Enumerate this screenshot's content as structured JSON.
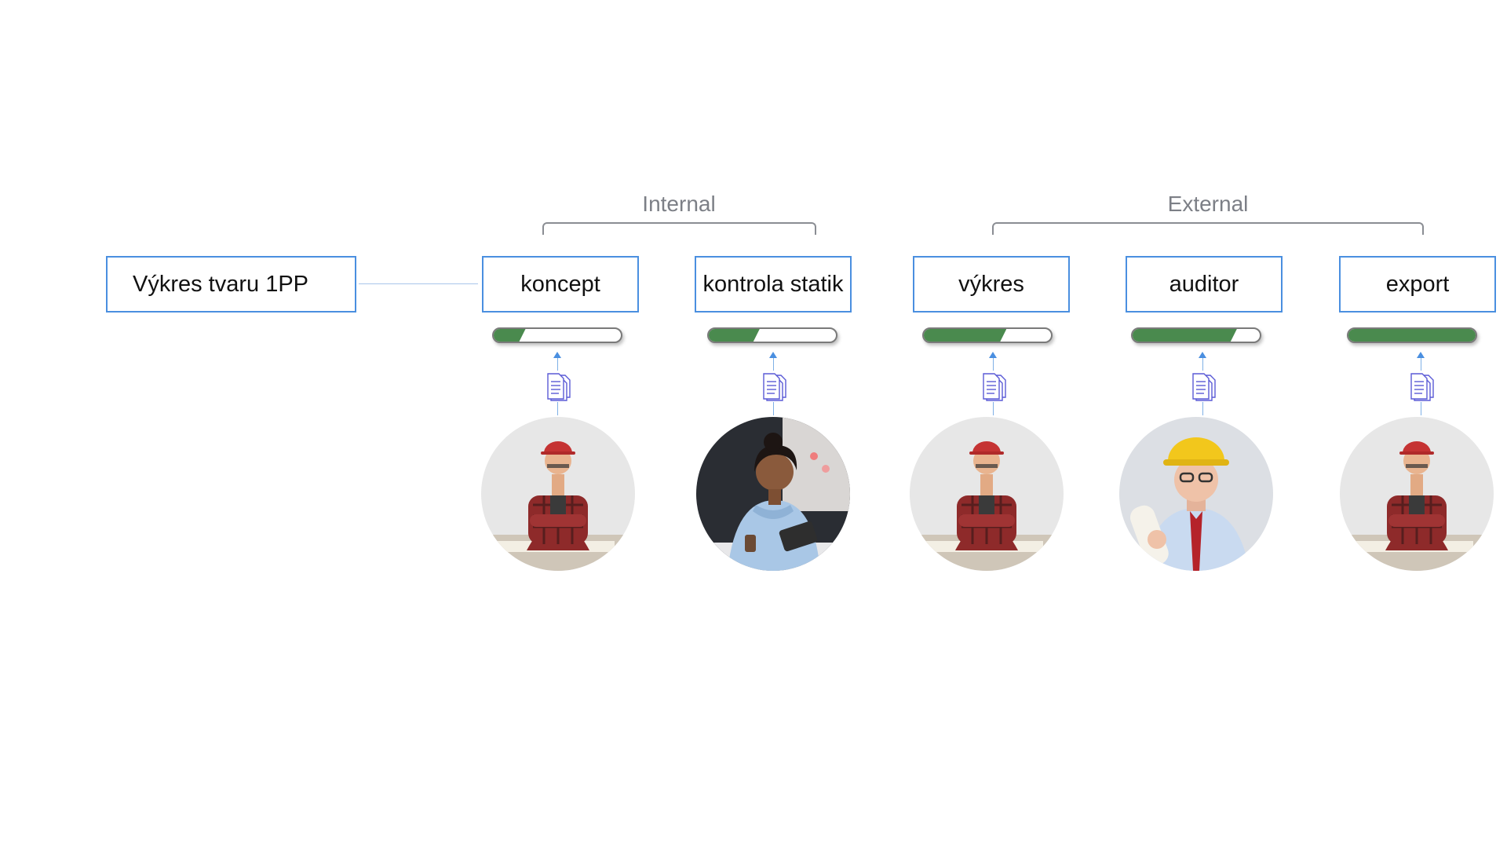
{
  "groups": [
    {
      "label": "Internal"
    },
    {
      "label": "External"
    }
  ],
  "main_box": {
    "label": "Výkres tvaru 1PP"
  },
  "steps": [
    {
      "label": "koncept",
      "progress": 0.25,
      "person": "worker"
    },
    {
      "label": "kontrola statik",
      "progress": 0.4,
      "person": "woman"
    },
    {
      "label": "výkres",
      "progress": 0.65,
      "person": "worker"
    },
    {
      "label": "auditor",
      "progress": 0.82,
      "person": "senior"
    },
    {
      "label": "export",
      "progress": 1.0,
      "person": "worker"
    }
  ],
  "icons": {
    "document": "document-icon",
    "arrow": "arrow-up-icon"
  },
  "colors": {
    "box_border": "#4a8fe0",
    "progress_fill": "#4a8a4e",
    "group_label": "#7c7f86"
  }
}
